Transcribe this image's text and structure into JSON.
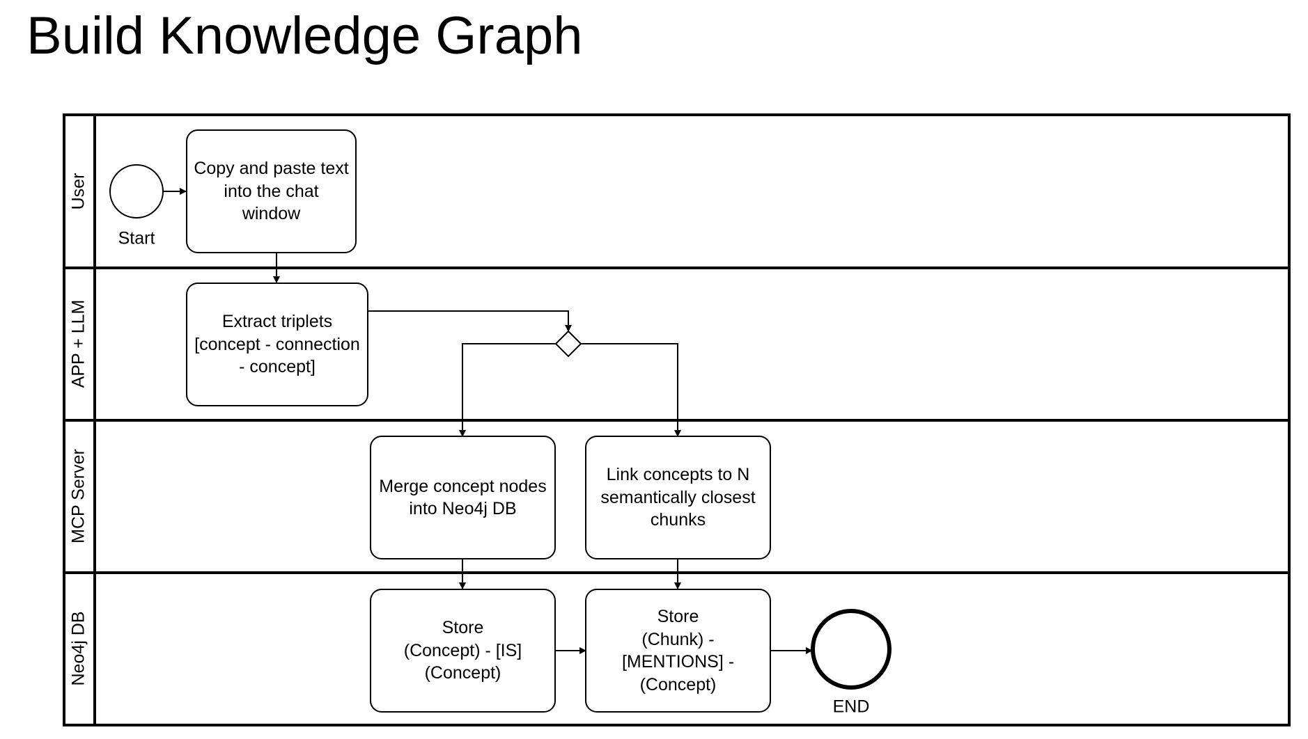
{
  "title": "Build Knowledge Graph",
  "lanes": [
    {
      "label": "User"
    },
    {
      "label": "APP + LLM"
    },
    {
      "label": "MCP Server"
    },
    {
      "label": "Neo4j DB"
    }
  ],
  "events": {
    "start": {
      "label": "Start"
    },
    "end": {
      "label": "END"
    }
  },
  "tasks": {
    "copy_paste": {
      "lines": [
        "Copy and paste text",
        "into the chat",
        "window"
      ]
    },
    "extract": {
      "lines": [
        "Extract triplets",
        "[concept - connection",
        "- concept]"
      ]
    },
    "merge": {
      "lines": [
        "Merge concept nodes",
        "into Neo4j DB"
      ]
    },
    "link": {
      "lines": [
        "Link concepts to N",
        "semantically closest",
        "chunks"
      ]
    },
    "store_is": {
      "lines": [
        "Store",
        "(Concept) - [IS]",
        "(Concept)"
      ]
    },
    "store_mentions": {
      "lines": [
        "Store",
        "(Chunk) -",
        "[MENTIONS] -",
        "(Concept)"
      ]
    }
  },
  "colors": {
    "stroke": "#000000",
    "fill": "#ffffff",
    "text": "#000000"
  }
}
